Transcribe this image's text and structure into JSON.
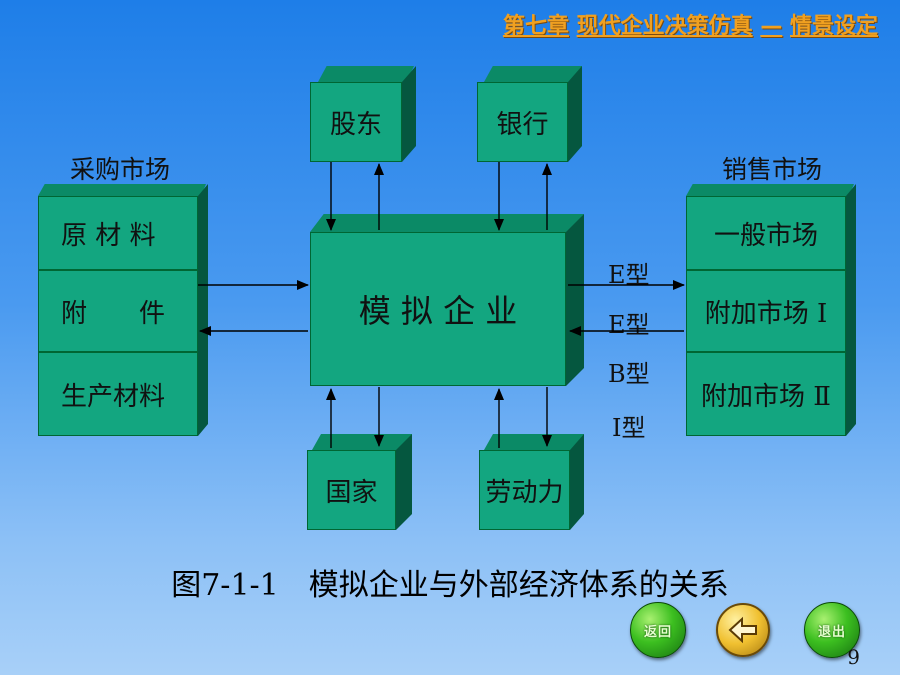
{
  "header": {
    "chapter": "第七章",
    "title": "现代企业决策仿真",
    "sep": "—",
    "subtitle": "情景设定"
  },
  "labels": {
    "purchase_market": "采购市场",
    "sales_market": "销售市场"
  },
  "boxes": {
    "shareholder": "股东",
    "bank": "银行",
    "raw_material": "原 材 料",
    "accessory": "附　　件",
    "production_material": "生产材料",
    "simulated_enterprise": "模 拟 企 业",
    "general_market": "一般市场",
    "additional_market_1": "附加市场 I",
    "additional_market_2": "附加市场 Ⅱ",
    "state": "国家",
    "labor": "劳动力"
  },
  "types": [
    "E型",
    "E型",
    "B型",
    "I型"
  ],
  "caption": "图7-1-1　模拟企业与外部经济体系的关系",
  "nav": {
    "back": "返回",
    "exit": "退出"
  },
  "page_number": "9",
  "colors": {
    "box_front": "#13a680",
    "box_top": "#0b8a66",
    "box_side": "#05573f",
    "header": "#f0a020"
  }
}
